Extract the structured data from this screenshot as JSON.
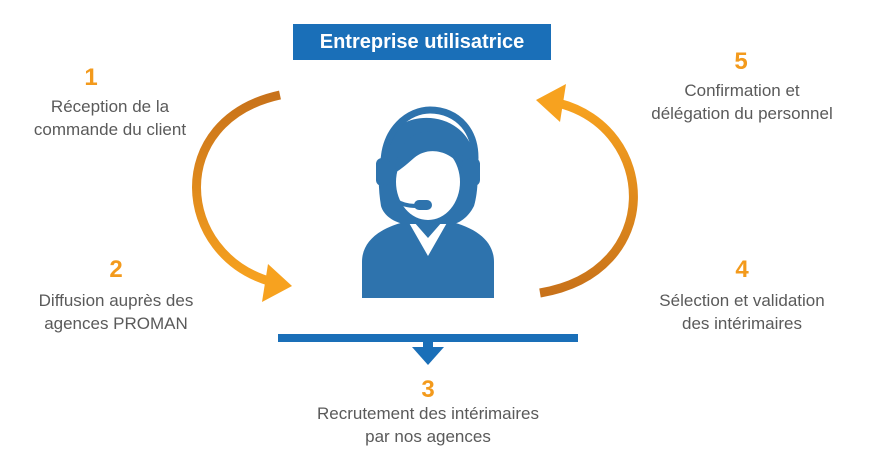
{
  "title": "Entreprise utilisatrice",
  "colors": {
    "primary_blue": "#1a6fb8",
    "person_blue": "#2e73ad",
    "accent_orange": "#f39a1c",
    "text_gray": "#5a5a5a"
  },
  "icons": {
    "center": "operator-with-headset-icon",
    "arrows": "curved-arrow-icon",
    "down": "down-arrow-icon"
  },
  "steps": [
    {
      "number": "1",
      "line1": "Réception de la",
      "line2": "commande du client"
    },
    {
      "number": "2",
      "line1": "Diffusion auprès des",
      "line2": "agences PROMAN"
    },
    {
      "number": "3",
      "line1": "Recrutement des intérimaires",
      "line2": "par nos agences"
    },
    {
      "number": "4",
      "line1": "Sélection et validation",
      "line2": "des intérimaires"
    },
    {
      "number": "5",
      "line1": "Confirmation et",
      "line2": "délégation du personnel"
    }
  ]
}
